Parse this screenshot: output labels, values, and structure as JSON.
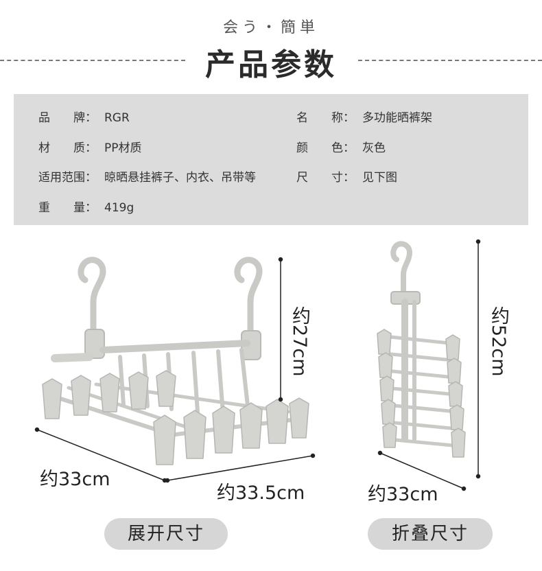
{
  "header": {
    "subtitle": "会う・簡単",
    "title": "产品参数"
  },
  "specs": [
    {
      "label": "品　　牌：",
      "value": "RGR"
    },
    {
      "label": "名　　称：",
      "value": "多功能晒裤架"
    },
    {
      "label": "材　　质：",
      "value": "PP材质"
    },
    {
      "label": "颜　　色：",
      "value": "灰色"
    },
    {
      "label": "适用范围：",
      "value": "晾晒悬挂裤子、内衣、吊带等"
    },
    {
      "label": "尺　　寸：",
      "value": "见下图"
    },
    {
      "label": "重　　量：",
      "value": "419g"
    }
  ],
  "dimensions": {
    "open_height": "约27cm",
    "open_depth": "约33cm",
    "open_width": "约33.5cm",
    "folded_height": "约52cm",
    "folded_width": "约33cm"
  },
  "labels": {
    "open": "展开尺寸",
    "folded": "折叠尺寸"
  },
  "colors": {
    "spec_bg": "#dcdcdc",
    "hanger_gray": "#c9c9c6",
    "pill_bg": "#d6d6d6"
  }
}
